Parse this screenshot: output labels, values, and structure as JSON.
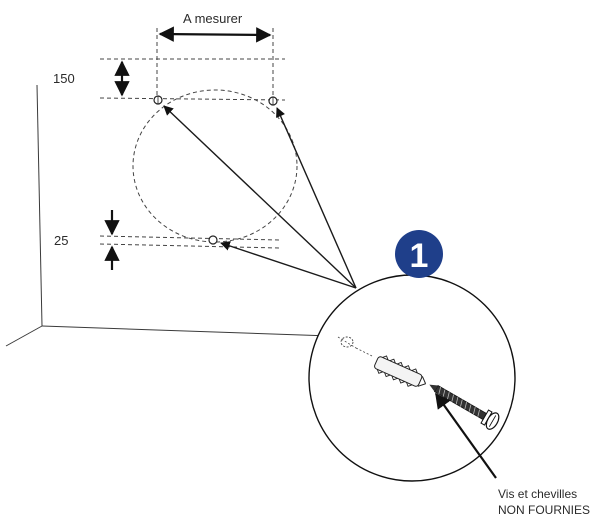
{
  "dimensions": {
    "measure_label": "A mesurer",
    "top_offset": "150",
    "bottom_offset": "25"
  },
  "callout": {
    "step_number": "1",
    "note_line1": "Vis et chevilles",
    "note_line2": "NON FOURNIES"
  },
  "colors": {
    "badge_fill": "#1f3f8a",
    "badge_text": "#ffffff",
    "line": "#1a1a1a"
  },
  "icons": {
    "wall": "wall-corner-outline",
    "template": "dashed-circle-template",
    "holes": "drill-hole-icon",
    "hardware": "screw-and-wall-plug-icon"
  }
}
